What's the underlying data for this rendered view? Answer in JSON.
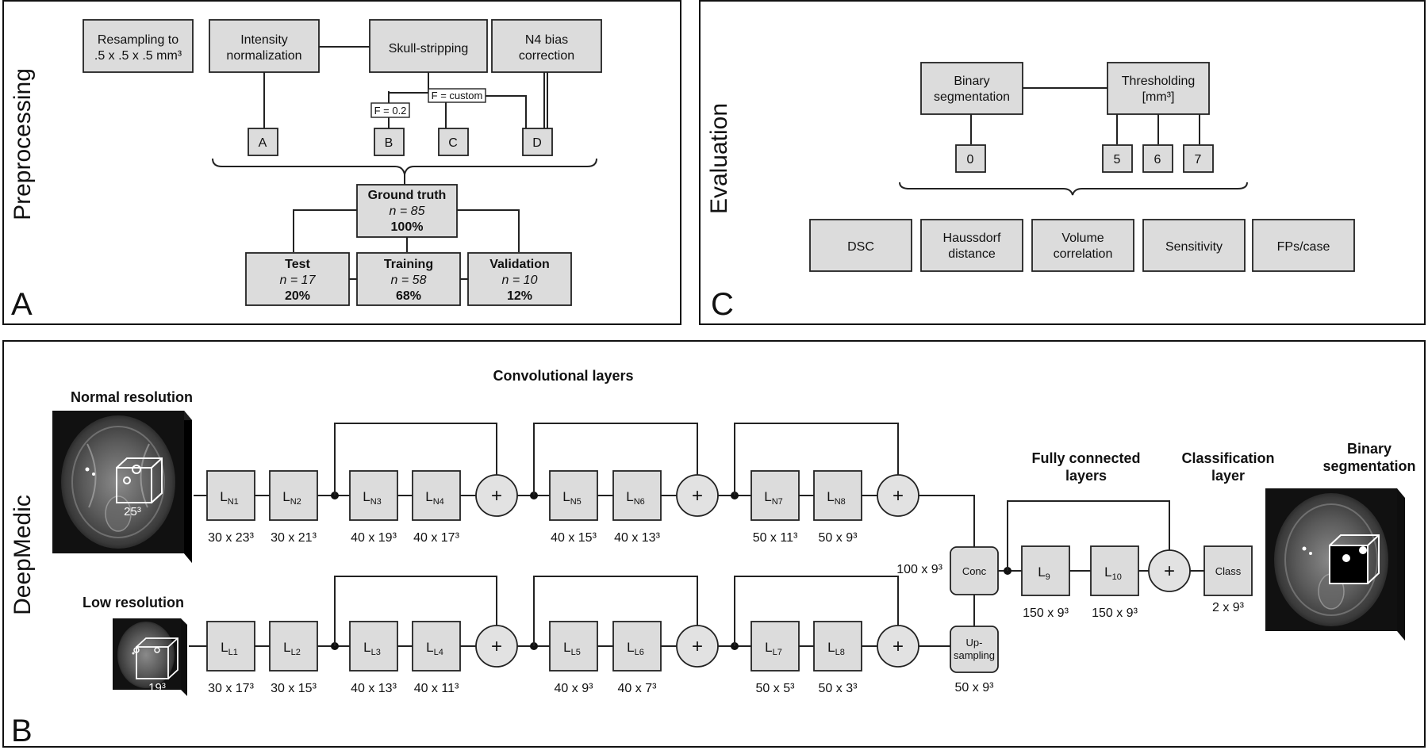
{
  "panel_a": {
    "letter": "A",
    "side_label": "Preprocessing",
    "resample": [
      "Resampling to",
      ".5 x .5 x .5 mm³"
    ],
    "intensity": [
      "Intensity",
      "normalization"
    ],
    "skull": "Skull-stripping",
    "n4": [
      "N4 bias",
      "correction"
    ],
    "f02": "F = 0.2",
    "fcustom": "F = custom",
    "variants": [
      "A",
      "B",
      "C",
      "D"
    ],
    "ground_truth": {
      "title": "Ground truth",
      "n": "n = 85",
      "pct": "100%"
    },
    "splits": [
      {
        "title": "Test",
        "n": "n = 17",
        "pct": "20%"
      },
      {
        "title": "Training",
        "n": "n = 58",
        "pct": "68%"
      },
      {
        "title": "Validation",
        "n": "n = 10",
        "pct": "12%"
      }
    ]
  },
  "panel_c": {
    "letter": "C",
    "side_label": "Evaluation",
    "binary": [
      "Binary",
      "segmentation"
    ],
    "thresholding": [
      "Thresholding",
      "[mm³]"
    ],
    "thresholds": [
      "0",
      "5",
      "6",
      "7"
    ],
    "metrics": [
      [
        "DSC"
      ],
      [
        "Haussdorf",
        "distance"
      ],
      [
        "Volume",
        "correlation"
      ],
      [
        "Sensitivity"
      ],
      [
        "FPs/case"
      ]
    ]
  },
  "panel_b": {
    "letter": "B",
    "side_label": "DeepMedic",
    "conv_title": "Convolutional layers",
    "normal_res": "Normal resolution",
    "low_res": "Low resolution",
    "normal_patch": "25³",
    "low_patch": "19³",
    "fc_title": [
      "Fully connected",
      "layers"
    ],
    "class_title": [
      "Classification",
      "layer"
    ],
    "binary_title": [
      "Binary",
      "segmentation"
    ],
    "normal_layers": [
      {
        "sub": "N1",
        "dim": "30 x 23³"
      },
      {
        "sub": "N2",
        "dim": "30 x 21³"
      },
      {
        "sub": "N3",
        "dim": "40 x 19³"
      },
      {
        "sub": "N4",
        "dim": "40 x 17³"
      },
      {
        "sub": "N5",
        "dim": "40 x 15³"
      },
      {
        "sub": "N6",
        "dim": "40 x 13³"
      },
      {
        "sub": "N7",
        "dim": "50 x 11³"
      },
      {
        "sub": "N8",
        "dim": "50 x 9³"
      }
    ],
    "low_layers": [
      {
        "sub": "L1",
        "dim": "30 x 17³"
      },
      {
        "sub": "L2",
        "dim": "30 x 15³"
      },
      {
        "sub": "L3",
        "dim": "40 x 13³"
      },
      {
        "sub": "L4",
        "dim": "40 x 11³"
      },
      {
        "sub": "L5",
        "dim": "40 x 9³"
      },
      {
        "sub": "L6",
        "dim": "40 x 7³"
      },
      {
        "sub": "L7",
        "dim": "50 x 5³"
      },
      {
        "sub": "L8",
        "dim": "50 x 3³"
      }
    ],
    "layer_letter": "L",
    "plus": "+",
    "conc": "Conc",
    "conc_dim": "100 x 9³",
    "upsampling": [
      "Up-",
      "sampling"
    ],
    "up_dim": "50 x 9³",
    "fc_layers": [
      {
        "sub": "9",
        "dim": "150 x 9³"
      },
      {
        "sub": "10",
        "dim": "150 x 9³"
      }
    ],
    "class": "Class",
    "class_dim": "2 x 9³"
  }
}
